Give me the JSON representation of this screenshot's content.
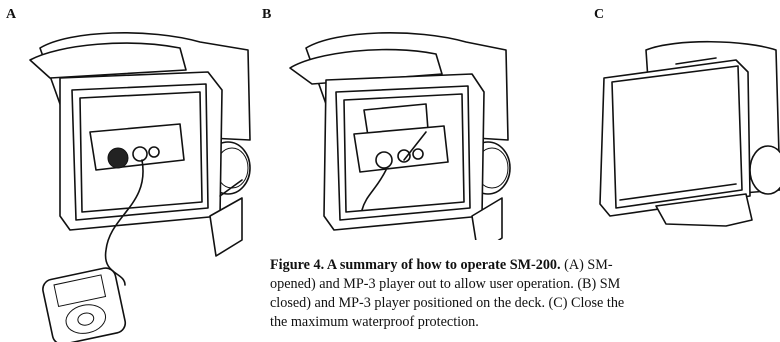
{
  "panels": {
    "a": "A",
    "b": "B",
    "c": "C"
  },
  "caption": {
    "bold": "Figure 4. A summary of how to operate SM-200.",
    "line1_rest": " (A) SM-",
    "line2": "opened) and MP-3 player out to allow user operation. (B) SM",
    "line3": "closed) and MP-3 player positioned on the deck. (C) Close the",
    "line4": "the maximum waterproof protection."
  }
}
